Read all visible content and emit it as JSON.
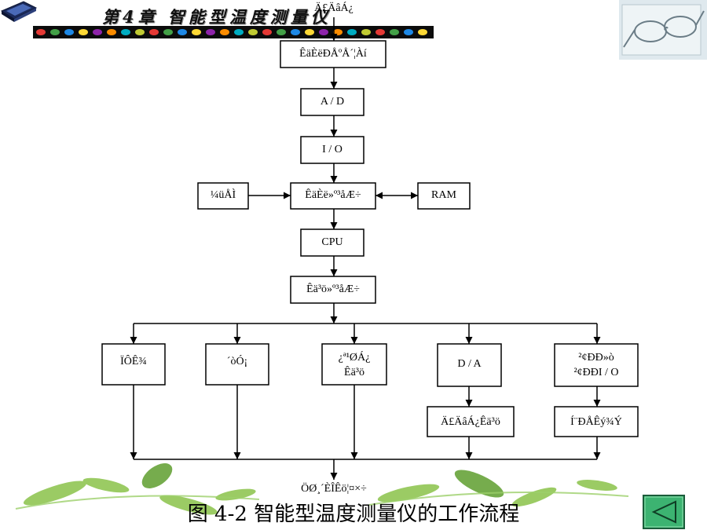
{
  "header": {
    "chapter_title": "第4章  智能型温度测量仪"
  },
  "diagram": {
    "nodes": {
      "top_input": "Ä£ÄâÁ¿",
      "sensor": "ÊäÈëÐÅºÅ´¦Àí",
      "ad": "A / D",
      "io": "I / O",
      "keyboard": "¼üÅÌ",
      "input_buffer": "ÊäÈë»º³åÆ÷",
      "ram": "RAM",
      "cpu": "CPU",
      "output_buffer": "Êä³ö»º³åÆ÷",
      "display": "ÏÔÊ¾",
      "print": "´òÓ¡",
      "switch_output_line1": "¿ª¹ØÁ¿",
      "switch_output_line2": "Êä³ö",
      "da": "D / A",
      "serial_io_line1": "²¢ÐÐ»ò",
      "serial_io_line2": "²¢ÐÐI / O",
      "analog_output": "Ä£ÄâÁ¿Êä³ö",
      "comm": "Í¨ÐÅÊý¾Ý",
      "bottom_output": "ÖØ¸´ÈÎÊö¦¤×÷"
    }
  },
  "caption": "图 4-2 智能型温度测量仪的工作流程",
  "colors": {
    "line": "#000000",
    "button_fill": "#3cb371",
    "button_border": "#1a5c3a",
    "leaf_green": "#7fbf3f",
    "leaf_dark": "#4f8f2a"
  },
  "icons": {
    "device": "laptop-icon",
    "back": "back-triangle-icon"
  }
}
